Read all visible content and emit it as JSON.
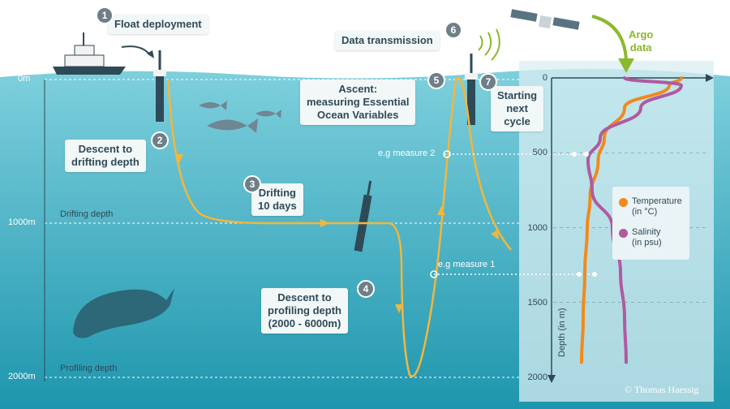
{
  "steps": [
    {
      "number": "1",
      "label": "Float deployment"
    },
    {
      "number": "2",
      "label": "Descent to\ndrifting depth"
    },
    {
      "number": "3",
      "label": "Drifting\n10 days"
    },
    {
      "number": "4",
      "label": "Descent to\nprofiling depth\n(2000 - 6000m)"
    },
    {
      "number": "5",
      "label": "Ascent:\nmeasuring Essential\nOcean Variables"
    },
    {
      "number": "6",
      "label": "Data transmission"
    },
    {
      "number": "7",
      "label": "Starting\nnext\ncycle"
    }
  ],
  "depth_markers": {
    "surface": "0m",
    "drifting": "1000m",
    "profiling": "2000m",
    "drifting_label": "Drifting depth",
    "profiling_label": "Profiling depth"
  },
  "measures": {
    "measure1": "e.g measure 1",
    "measure2": "e.g measure 2"
  },
  "argo_label": "Argo\ndata",
  "credit": "© Thomas Haessig",
  "legend": {
    "temperature": {
      "label": "Temperature\n(in °C)",
      "color": "#f08a1c"
    },
    "salinity": {
      "label": "Salinity\n(in psu)",
      "color": "#b05aa0"
    }
  },
  "colors": {
    "ocean_top": "#7fd0dd",
    "ocean_bottom": "#1e96ae",
    "trajectory": "#f4b63a",
    "panel": "#d9edf1",
    "accent_green": "#8cb82e"
  },
  "chart_data": {
    "type": "line",
    "ylabel": "Depth (in m)",
    "ylim": [
      2000,
      0
    ],
    "yticks": [
      "0",
      "500",
      "1000",
      "1500",
      "2000"
    ],
    "series": [
      {
        "name": "Temperature",
        "unit": "°C",
        "depth": [
          0,
          50,
          200,
          400,
          550,
          800,
          1000,
          1300,
          1600,
          1900
        ],
        "values": [
          28,
          25,
          14,
          9,
          7.5,
          5.5,
          4.8,
          4.2,
          3.8,
          3.4
        ]
      },
      {
        "name": "Salinity",
        "unit": "psu",
        "depth": [
          0,
          50,
          200,
          400,
          550,
          750,
          1000,
          1300,
          1600,
          1900
        ],
        "values": [
          34.9,
          35.6,
          35.1,
          34.6,
          34.45,
          34.5,
          34.75,
          34.85,
          34.9,
          34.92
        ]
      }
    ]
  }
}
